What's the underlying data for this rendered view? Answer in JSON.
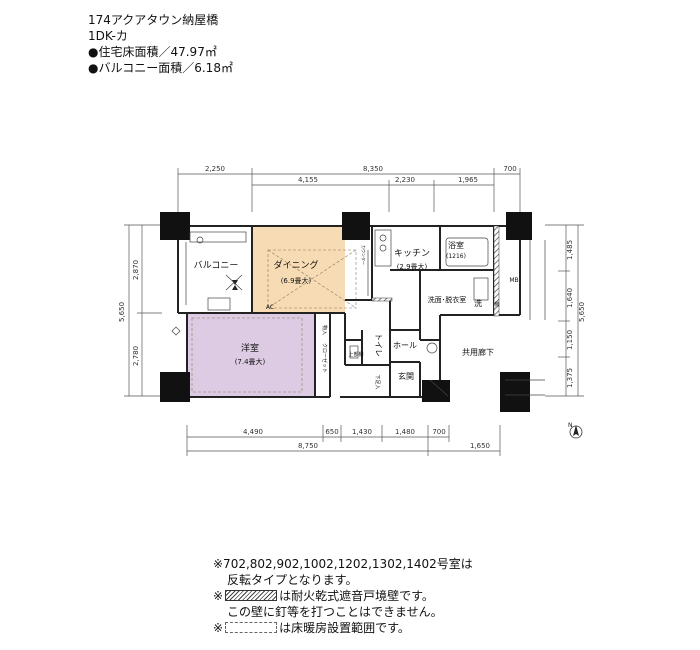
{
  "header": {
    "building": "174アクアタウン納屋橋",
    "plan_type": "1DK-カ",
    "floor_area": "●住宅床面積／47.97㎡",
    "balcony_area": "●バルコニー面積／6.18㎡"
  },
  "dimensions": {
    "top_outer": [
      "2,250",
      "8,350",
      "700"
    ],
    "top_inner": [
      "4,155",
      "2,230",
      "1,965"
    ],
    "left_outer": [
      "5,650"
    ],
    "left_inner": [
      "2,870",
      "2,780"
    ],
    "right_outer": [
      "5,650"
    ],
    "right_inner": [
      "1,485",
      "1,640",
      "1,150",
      "1,375"
    ],
    "bottom_inner": [
      "4,490",
      "650",
      "1,430",
      "1,480",
      "700"
    ],
    "bottom_outer": [
      "8,750",
      "1,650"
    ]
  },
  "rooms": {
    "balcony": "バルコニー",
    "dining": "ダイニング",
    "dining_size": "(6.9畳大)",
    "kitchen": "キッチン",
    "kitchen_size": "(2.9畳大)",
    "bath": "浴室",
    "bath_size": "(1216)",
    "washroom": "洗面･脱衣室",
    "western": "洋室",
    "western_size": "(7.4畳大)",
    "toilet": "トイレ",
    "hall": "ホール",
    "entrance": "玄関",
    "corridor": "共用廊下",
    "mb": "MB",
    "closet": "クローゼット",
    "storage": "物入",
    "shelf": "上部棚",
    "shoe": "下足入",
    "counter": "カウンター",
    "ac": "AC",
    "washer": "洗",
    "washer_sub": "機"
  },
  "compass": "N",
  "notes": {
    "line1": "※702,802,902,1002,1202,1302,1402号室は",
    "line2": "反転タイプとなります。",
    "line3_prefix": "※",
    "line3_suffix": "は耐火乾式遮音戸境壁です。",
    "line4": "この壁に釘等を打つことはできません。",
    "line5_prefix": "※",
    "line5_suffix": "は床暖房設置範囲です。"
  },
  "colors": {
    "dining_fill": "#f7dbb4",
    "western_fill": "#ddcbe3",
    "wall": "#222222"
  }
}
